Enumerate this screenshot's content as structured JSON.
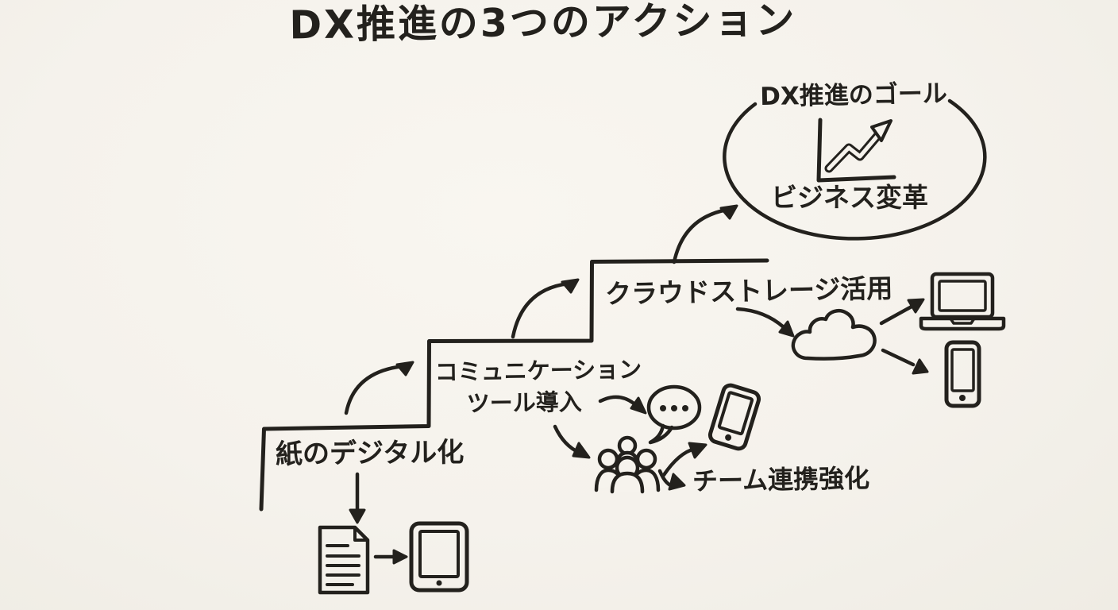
{
  "title": "DX推進の3つのアクション",
  "goal": {
    "label": "DX推進のゴール",
    "content": "ビジネス変革",
    "icon": "growth-chart-icon"
  },
  "steps": [
    {
      "id": 1,
      "label": "紙のデジタル化",
      "icons": [
        "document-icon",
        "tablet-icon"
      ]
    },
    {
      "id": 2,
      "label_line1": "コミュニケーション",
      "label_line2": "ツール導入",
      "icons": [
        "speech-bubble-icon",
        "smartphone-icon",
        "people-group-icon"
      ]
    },
    {
      "id": 3,
      "label": "クラウドストレージ活用",
      "icons": [
        "cloud-icon",
        "laptop-icon",
        "smartphone-icon"
      ]
    }
  ],
  "callouts": {
    "team": "チーム連携強化"
  },
  "colors": {
    "background": "#f5f2ec",
    "ink": "#23211d"
  }
}
